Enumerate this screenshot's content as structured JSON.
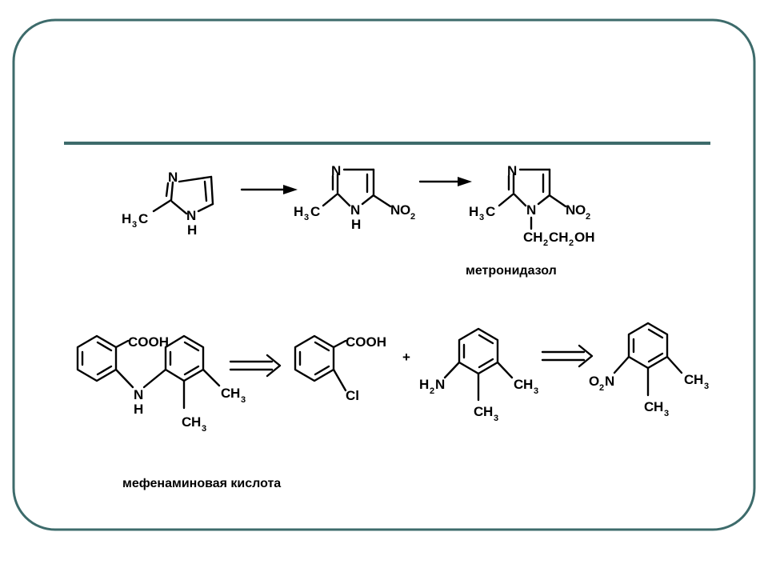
{
  "colors": {
    "frame": "#3d6b6b",
    "rule": "#3d6b6b",
    "ink": "#000000"
  },
  "labels": {
    "metronidazole": "метронидазол",
    "mefenamic": "мефенаминовая кислота",
    "plus": "+",
    "N": "N",
    "H": "H",
    "C": "C",
    "O": "O",
    "Cl": "Cl",
    "COOH": "COOH",
    "sub2": "2",
    "sub3": "3",
    "CH": "CH",
    "OH": "OH"
  }
}
